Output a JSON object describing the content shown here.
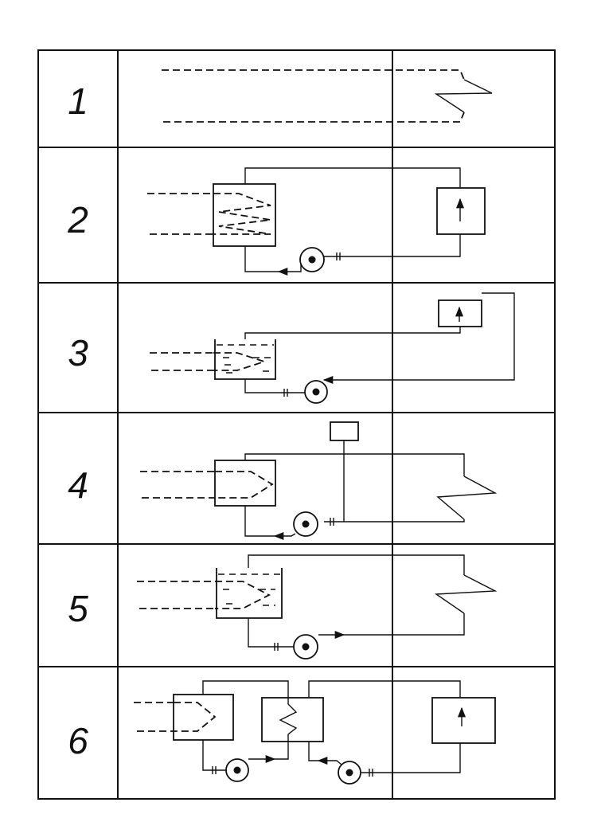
{
  "table": {
    "rows": [
      {
        "number": "1"
      },
      {
        "number": "2"
      },
      {
        "number": "3"
      },
      {
        "number": "4"
      },
      {
        "number": "5"
      },
      {
        "number": "6"
      }
    ]
  },
  "icons": {
    "pump": "circle-with-dot",
    "valve": "double-tick",
    "heat_exchanger": "zigzag-coil",
    "fluid_bath": "dashed-liquid-tank",
    "consumer": "box-with-up-arrow",
    "expansion_tank": "small-box"
  }
}
